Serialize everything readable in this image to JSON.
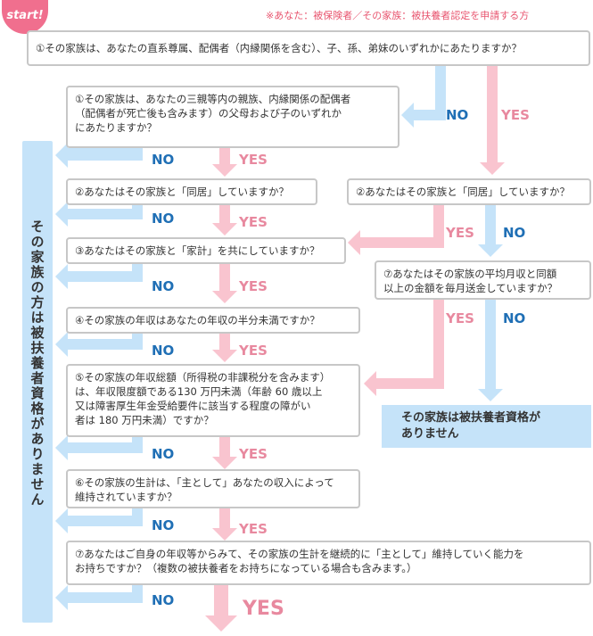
{
  "start_label": "start!",
  "note": "※あなた：被保険者／その家族：被扶養者認定を申請する方",
  "questions": {
    "q1": "①その家族は、あなたの直系尊属、配偶者（内縁関係を含む）、子、孫、弟妹のいずれかにあたりますか？",
    "q1b": "①その家族は、あなたの三親等内の親族、内縁関係の配偶者\n（配偶者が死亡後も含みます）の父母および子のいずれか\nにあたりますか？",
    "q2l": "②あなたはその家族と「同居」していますか？",
    "q2r": "②あなたはその家族と「同居」していますか？",
    "q3": "③あなたはその家族と「家計」を共にしていますか？",
    "q7r": "⑦あなたはその家族の平均月収と同額\n以上の金額を毎月送金していますか？",
    "q4": "④その家族の年収はあなたの年収の半分未満ですか？",
    "q5": "⑤その家族の年収総額（所得税の非課税分を含みます）\nは、年収限度額である130 万円未満（年齢 60 歳以上\n又は障害厚生年金受給要件に該当する程度の障がい\n者は 180 万円未満）ですか？",
    "q6": "⑥その家族の生計は、「主として」あなたの収入によって\n維持されていますか？",
    "q7": "⑦あなたはご自身の年収等からみて、その家族の生計を継続的に「主として」維持していく能力を\nお持ちですか？（複数の被扶養者をお持ちになっている場合も含みます。）"
  },
  "side_result": "その家族の方は被扶養者資格がありません",
  "right_result": "その家族は被扶養者資格が\nありません",
  "labels": {
    "no": "NO",
    "yes": "YES"
  },
  "colors": {
    "no_arrow": "#c5e3f9",
    "yes_arrow": "#f9c4cf",
    "no_text": "#1f6fb5",
    "yes_text": "#e8899f",
    "start": "#f06f8e"
  }
}
